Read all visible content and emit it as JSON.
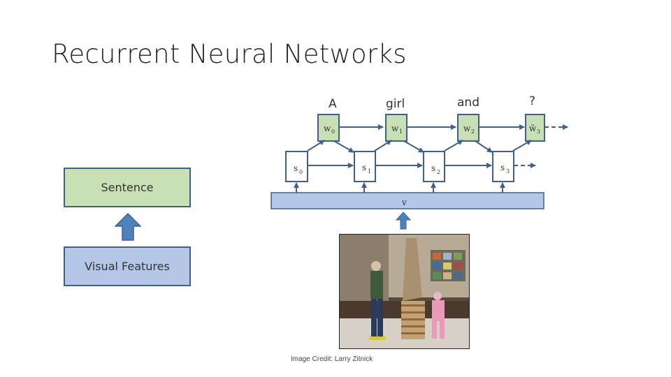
{
  "slide": {
    "title": "Recurrent Neural Networks",
    "credit": "Image Credit: Larry Zitnick"
  },
  "left_flow": {
    "top_box": "Sentence",
    "bottom_box": "Visual Features",
    "arrow_icon": "up-arrow-icon"
  },
  "rnn": {
    "words": [
      "A",
      "girl",
      "and",
      "?"
    ],
    "word_nodes": [
      "w",
      "w",
      "w",
      "w̃"
    ],
    "word_subscripts": [
      "0",
      "1",
      "2",
      "3"
    ],
    "state_nodes": [
      "s",
      "s",
      "s",
      "s"
    ],
    "state_subscripts": [
      "0",
      "1",
      "2",
      "3"
    ],
    "visual_bar": "v",
    "colors": {
      "word_fill": "#c9e0b4",
      "bar_fill": "#b4c7e7",
      "stroke": "#3e5f8f"
    }
  }
}
